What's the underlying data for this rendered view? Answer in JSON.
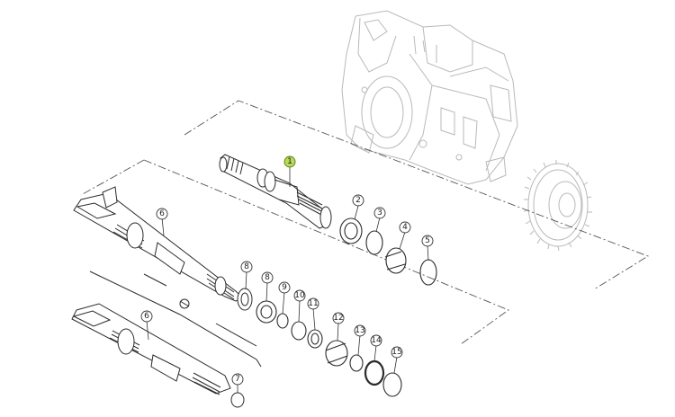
{
  "diagram": {
    "title": "",
    "highlight_color": "#b6d957",
    "callouts": [
      {
        "id": "c1",
        "label": "1",
        "highlighted": true
      },
      {
        "id": "c2",
        "label": "2",
        "highlighted": false
      },
      {
        "id": "c3",
        "label": "3",
        "highlighted": false
      },
      {
        "id": "c4",
        "label": "4",
        "highlighted": false
      },
      {
        "id": "c5",
        "label": "5",
        "highlighted": false
      },
      {
        "id": "c6a",
        "label": "6",
        "highlighted": false
      },
      {
        "id": "c6b",
        "label": "6",
        "highlighted": false
      },
      {
        "id": "c7",
        "label": "7",
        "highlighted": false
      },
      {
        "id": "c8a",
        "label": "8",
        "highlighted": false
      },
      {
        "id": "c8b",
        "label": "8",
        "highlighted": false
      },
      {
        "id": "c9",
        "label": "9",
        "highlighted": false
      },
      {
        "id": "c10",
        "label": "10",
        "highlighted": false
      },
      {
        "id": "c11",
        "label": "11",
        "highlighted": false
      },
      {
        "id": "c12",
        "label": "12",
        "highlighted": false
      },
      {
        "id": "c13",
        "label": "13",
        "highlighted": false
      },
      {
        "id": "c14",
        "label": "14",
        "highlighted": false
      },
      {
        "id": "c15",
        "label": "15",
        "highlighted": false
      }
    ]
  }
}
